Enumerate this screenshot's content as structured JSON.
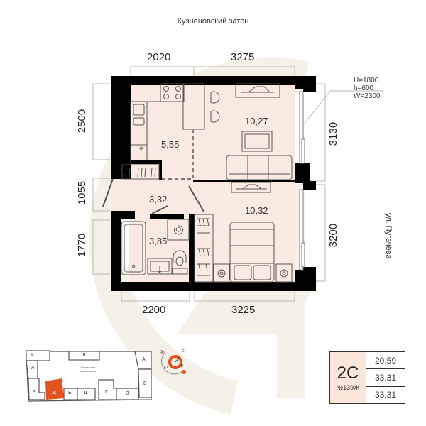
{
  "streets": {
    "top": "Кузнецовский затон",
    "right": "ул. Пугачёва"
  },
  "dimensions": {
    "top": [
      "2020",
      "3275"
    ],
    "bottom": [
      "2200",
      "3225"
    ],
    "left": [
      "2500",
      "1055",
      "1770"
    ],
    "right": [
      "3130",
      "3200"
    ]
  },
  "window_spec": {
    "H": "H=1800",
    "h": "h=600",
    "W": "W=2300"
  },
  "rooms": [
    {
      "name": "kitchen",
      "area": "5,55"
    },
    {
      "name": "living-room",
      "area": "10,27"
    },
    {
      "name": "hallway",
      "area": "3,32"
    },
    {
      "name": "bathroom",
      "area": "3,85"
    },
    {
      "name": "bedroom",
      "area": "10,32"
    }
  ],
  "site_plan": {
    "sections": [
      "К",
      "Л",
      "А",
      "И",
      "Б",
      "З",
      "Ж",
      "Е",
      "Д",
      "Г",
      "В"
    ],
    "highlighted": "Ж",
    "parking_label": "Подземная автостоянка",
    "highlight_color": "#e2531f"
  },
  "compass": {
    "n": "С",
    "s": "Ю",
    "w": "З",
    "e": "В"
  },
  "apartment_info": {
    "type": "2С",
    "number": "№139Ж",
    "values": [
      "20,59",
      "33,31",
      "33,31"
    ]
  },
  "colors": {
    "room_fill": "#fbeae1",
    "wall": "#000000",
    "watermark": "#f6f1e8",
    "accent": "#e2531f"
  }
}
